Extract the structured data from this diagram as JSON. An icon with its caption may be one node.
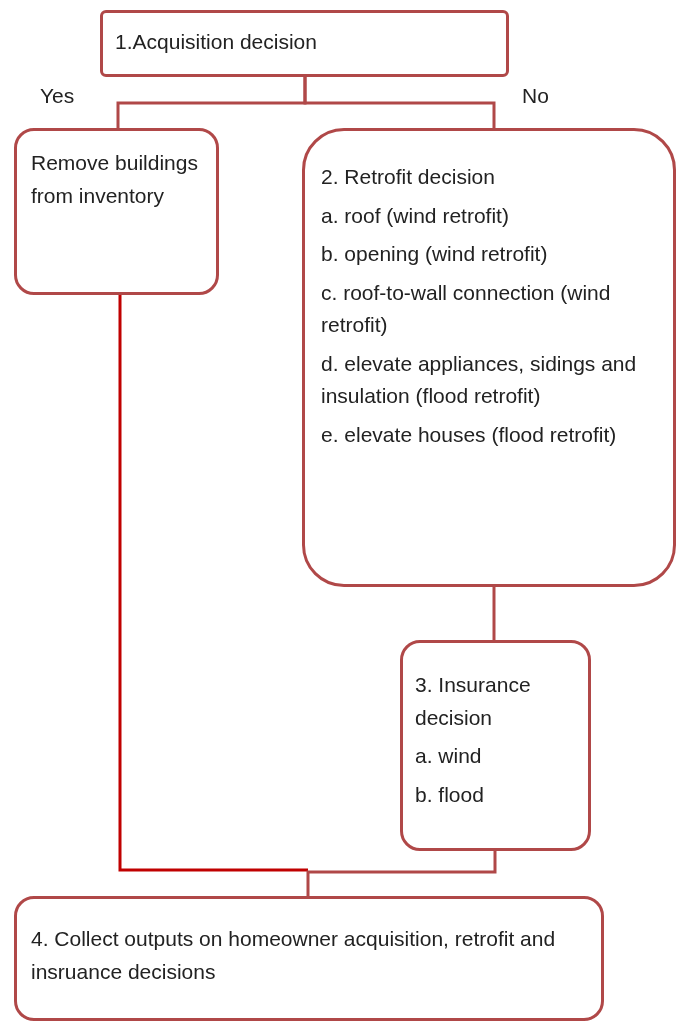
{
  "diagram": {
    "nodes": [
      {
        "text": [
          "1.Acquisition decision"
        ]
      },
      {
        "text": [
          "Remove buildings from inventory"
        ]
      },
      {
        "text": [
          "2. Retrofit decision",
          "a. roof (wind retrofit)",
          "b. opening (wind retrofit)",
          "c. roof-to-wall connection (wind retrofit)",
          "d. elevate appliances, sidings and insulation (flood retrofit)",
          "e. elevate houses (flood retrofit)"
        ]
      },
      {
        "text": [
          "3. Insurance decision",
          "a. wind",
          "b. flood"
        ]
      },
      {
        "text": [
          "4. Collect outputs on homeowner acquisition, retrofit and insruance decisions"
        ]
      }
    ],
    "edges": [
      {
        "from": 0,
        "to": 1,
        "arrow": "none",
        "label": "Yes"
      },
      {
        "from": 0,
        "to": 2,
        "arrow": "none",
        "label": "No"
      },
      {
        "from": 2,
        "to": 3,
        "arrow": "none"
      },
      {
        "from": 1,
        "to": 4,
        "arrow": "none",
        "color": "#c00000"
      },
      {
        "from": 3,
        "to": 4,
        "arrow": "none"
      }
    ]
  }
}
